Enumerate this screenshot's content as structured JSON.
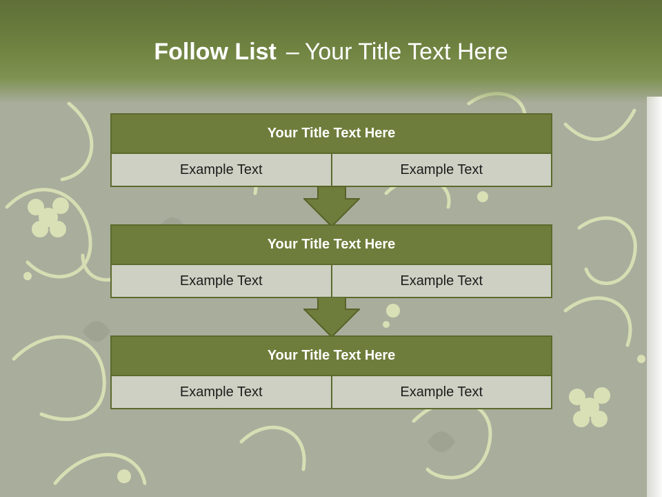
{
  "slide": {
    "title_bold": "Follow List",
    "title_sep": "–",
    "title_rest": "Your Title Text Here"
  },
  "blocks": [
    {
      "title": "Your Title Text Here",
      "left": "Example Text",
      "right": "Example Text"
    },
    {
      "title": "Your Title Text Here",
      "left": "Example Text",
      "right": "Example Text"
    },
    {
      "title": "Your Title Text Here",
      "left": "Example Text",
      "right": "Example Text"
    }
  ],
  "colors": {
    "header_green": "#6f8240",
    "block_title_green": "#6e7d3b",
    "cell_gray": "#cdd0c2",
    "arrow_green": "#6e7d3b",
    "background": "#a9ad9c"
  }
}
